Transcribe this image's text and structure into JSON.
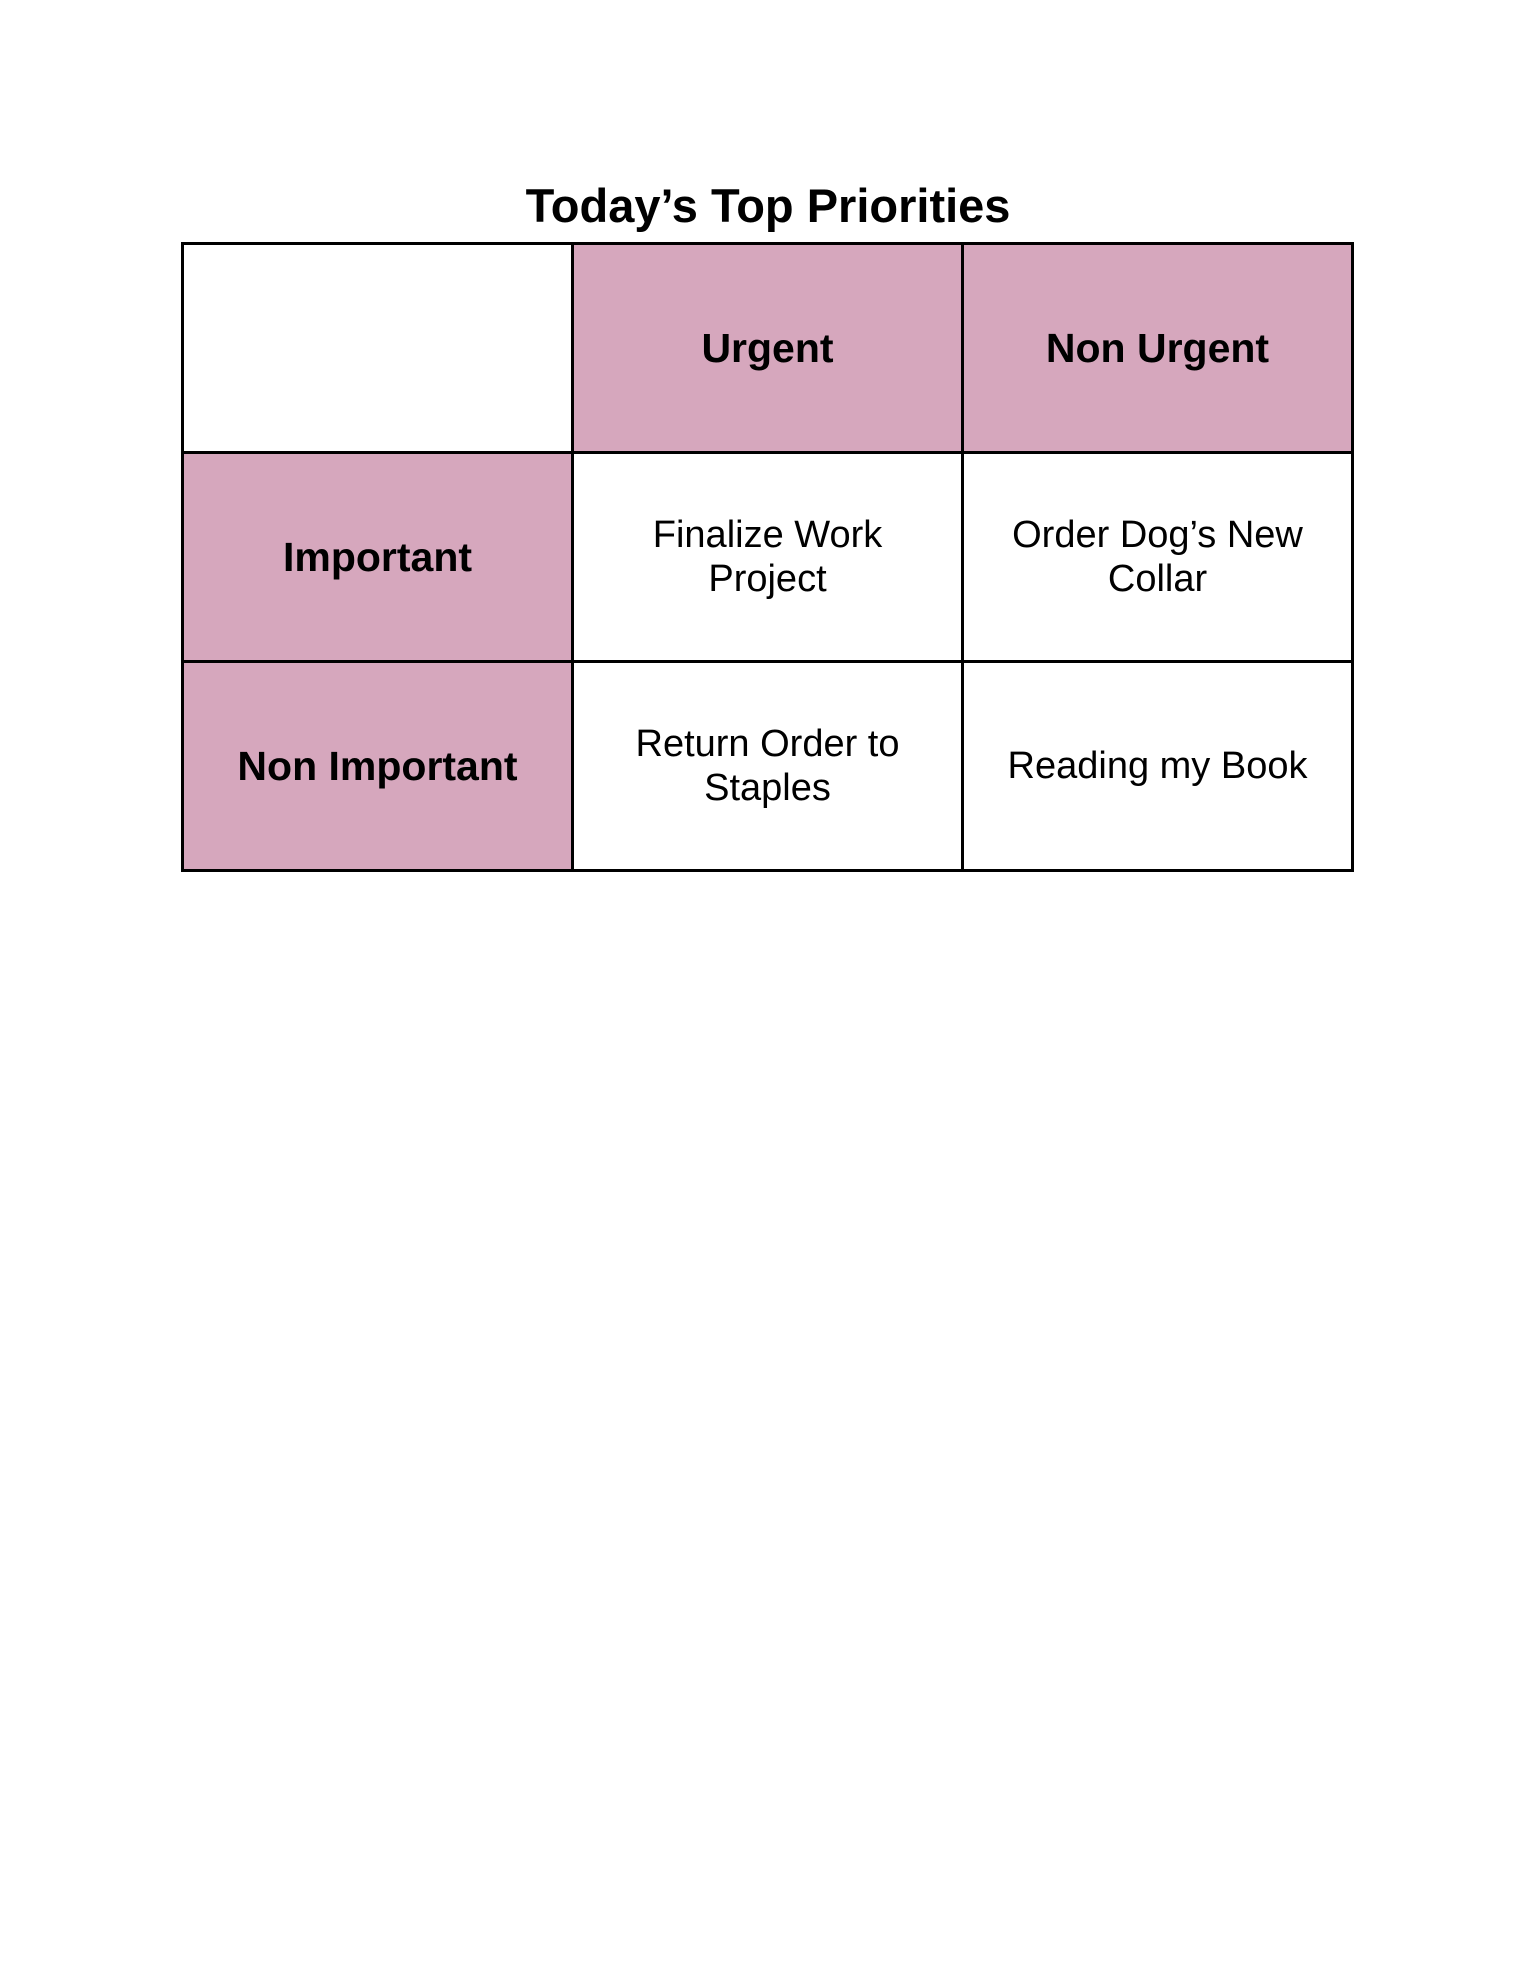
{
  "title": "Today’s Top Priorities",
  "colors": {
    "header_fill": "#d6a7bd",
    "cell_fill": "#ffffff",
    "border": "#000000"
  },
  "matrix": {
    "column_headers": [
      "Urgent",
      "Non Urgent"
    ],
    "rows": [
      {
        "header": "Important",
        "cells": [
          "Finalize Work Project",
          "Order Dog’s New Collar"
        ]
      },
      {
        "header": "Non Important",
        "cells": [
          "Return Order to Staples",
          "Reading my Book"
        ]
      }
    ]
  }
}
